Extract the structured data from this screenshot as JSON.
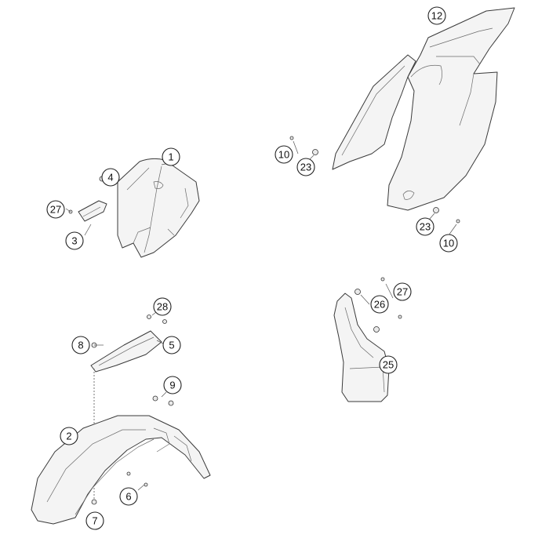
{
  "callouts": [
    {
      "id": "c-1",
      "label": "1"
    },
    {
      "id": "c-2",
      "label": "2"
    },
    {
      "id": "c-3",
      "label": "3"
    },
    {
      "id": "c-4",
      "label": "4"
    },
    {
      "id": "c-5",
      "label": "5"
    },
    {
      "id": "c-6",
      "label": "6"
    },
    {
      "id": "c-7",
      "label": "7"
    },
    {
      "id": "c-8",
      "label": "8"
    },
    {
      "id": "c-9",
      "label": "9"
    },
    {
      "id": "c-10a",
      "label": "10"
    },
    {
      "id": "c-10b",
      "label": "10"
    },
    {
      "id": "c-12",
      "label": "12"
    },
    {
      "id": "c-23a",
      "label": "23"
    },
    {
      "id": "c-23b",
      "label": "23"
    },
    {
      "id": "c-25",
      "label": "25"
    },
    {
      "id": "c-26",
      "label": "26"
    },
    {
      "id": "c-27a",
      "label": "27"
    },
    {
      "id": "c-27b",
      "label": "27"
    },
    {
      "id": "c-28",
      "label": "28"
    }
  ]
}
